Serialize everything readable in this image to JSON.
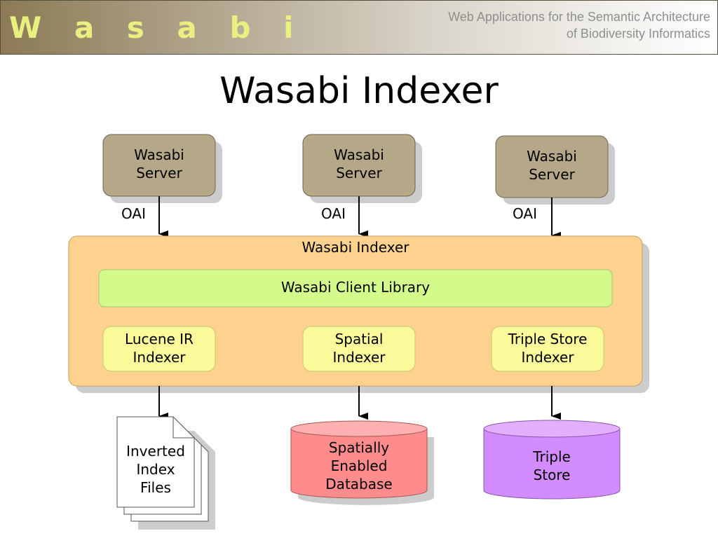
{
  "header": {
    "logo": "W a s a b i",
    "tagline_line1": "Web Applications for the Semantic Architecture",
    "tagline_line2": "of Biodiversity Informatics"
  },
  "title": "Wasabi Indexer",
  "servers": [
    {
      "line1": "Wasabi",
      "line2": "Server",
      "protocol": "OAI"
    },
    {
      "line1": "Wasabi",
      "line2": "Server",
      "protocol": "OAI"
    },
    {
      "line1": "Wasabi",
      "line2": "Server",
      "protocol": "OAI"
    }
  ],
  "indexer": {
    "label": "Wasabi Indexer",
    "client_library": "Wasabi Client Library",
    "components": [
      {
        "line1": "Lucene IR",
        "line2": "Indexer"
      },
      {
        "line1": "Spatial",
        "line2": "Indexer"
      },
      {
        "line1": "Triple Store",
        "line2": "Indexer"
      }
    ]
  },
  "stores": {
    "files": {
      "line1": "Inverted",
      "line2": "Index",
      "line3": "Files"
    },
    "spatial_db": {
      "line1": "Spatially",
      "line2": "Enabled",
      "line3": "Database"
    },
    "triple_store": {
      "line1": "Triple",
      "line2": "Store"
    }
  },
  "colors": {
    "server_fill": "#b5a888",
    "indexer_fill": "#fcd28e",
    "client_fill": "#d4fa8c",
    "component_fill": "#fafa9a",
    "spatial_db_fill": "#ff8c8c",
    "triple_store_fill": "#d28cff"
  }
}
